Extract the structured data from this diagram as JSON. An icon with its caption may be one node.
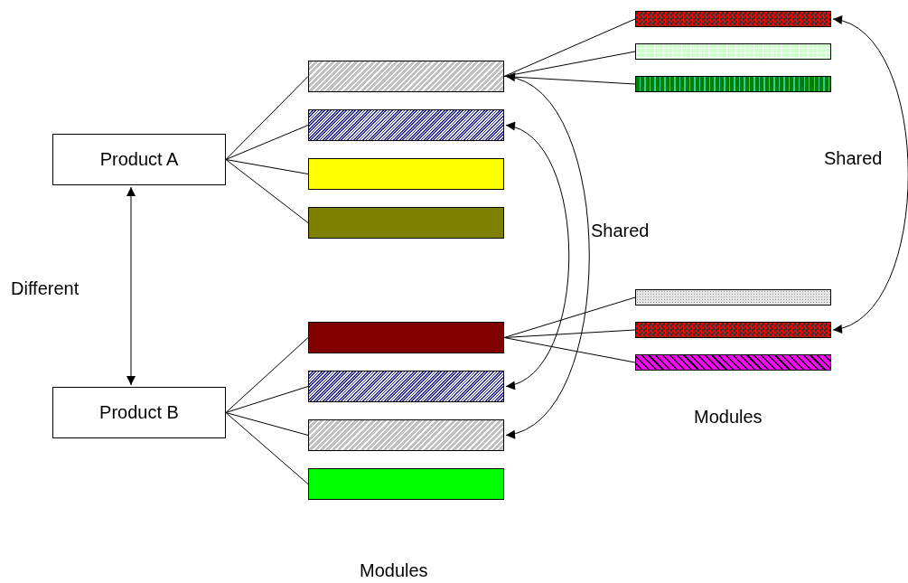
{
  "diagram": {
    "nodes": [
      {
        "text": [
          "Product A"
        ]
      },
      {
        "text": [
          "Product B"
        ]
      },
      {
        "text": [],
        "shape": "bar"
      },
      {
        "text": [],
        "shape": "bar"
      },
      {
        "text": [],
        "shape": "bar"
      },
      {
        "text": [],
        "shape": "bar"
      },
      {
        "text": [],
        "shape": "bar"
      },
      {
        "text": [],
        "shape": "bar"
      },
      {
        "text": [],
        "shape": "bar"
      },
      {
        "text": [],
        "shape": "bar"
      },
      {
        "text": [],
        "shape": "bar"
      },
      {
        "text": [],
        "shape": "bar"
      },
      {
        "text": [],
        "shape": "bar"
      },
      {
        "text": [],
        "shape": "bar"
      },
      {
        "text": [],
        "shape": "bar"
      },
      {
        "text": [],
        "shape": "bar"
      }
    ],
    "edges": [
      {
        "from": 0,
        "to": 2,
        "arrow": "none"
      },
      {
        "from": 0,
        "to": 3,
        "arrow": "none"
      },
      {
        "from": 0,
        "to": 4,
        "arrow": "none"
      },
      {
        "from": 0,
        "to": 5,
        "arrow": "none"
      },
      {
        "from": 1,
        "to": 6,
        "arrow": "none"
      },
      {
        "from": 1,
        "to": 7,
        "arrow": "none"
      },
      {
        "from": 1,
        "to": 8,
        "arrow": "none"
      },
      {
        "from": 1,
        "to": 9,
        "arrow": "none"
      },
      {
        "from": 2,
        "to": 10,
        "arrow": "none"
      },
      {
        "from": 2,
        "to": 11,
        "arrow": "none"
      },
      {
        "from": 2,
        "to": 12,
        "arrow": "none"
      },
      {
        "from": 6,
        "to": 13,
        "arrow": "none"
      },
      {
        "from": 6,
        "to": 14,
        "arrow": "none"
      },
      {
        "from": 6,
        "to": 15,
        "arrow": "none"
      },
      {
        "from": 0,
        "to": 1,
        "arrow": "both"
      },
      {
        "from": 3,
        "to": 7,
        "arrow": "both"
      },
      {
        "from": 2,
        "to": 8,
        "arrow": "both"
      },
      {
        "from": 10,
        "to": 14,
        "arrow": "both"
      }
    ],
    "labels": [
      "Different",
      "Shared",
      "Shared",
      "Modules",
      "Modules"
    ]
  }
}
